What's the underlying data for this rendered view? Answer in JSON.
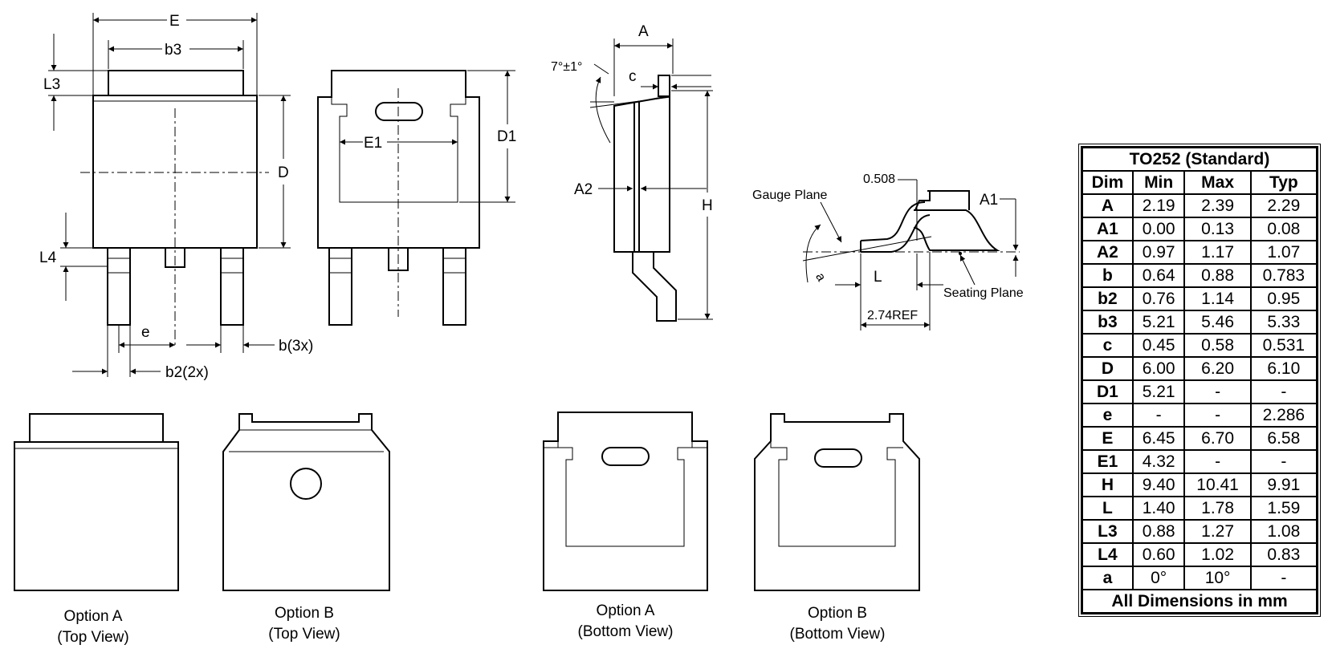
{
  "drawing_labels": {
    "E": "E",
    "b3": "b3",
    "L3": "L3",
    "D": "D",
    "L4": "L4",
    "e": "e",
    "b3x": "b(3x)",
    "b22x": "b2(2x)",
    "E1": "E1",
    "D1": "D1",
    "A": "A",
    "angle": "7°±1°",
    "c": "c",
    "A2": "A2",
    "H": "H",
    "gauge": "0.508",
    "A1": "A1",
    "gauge_plane": "Gauge Plane",
    "a": "a",
    "L": "L",
    "seating_plane": "Seating Plane",
    "ref": "2.74REF"
  },
  "captions": [
    {
      "title": "Option A",
      "sub": "(Top View)"
    },
    {
      "title": "Option B",
      "sub": "(Top View)"
    },
    {
      "title": "Option A",
      "sub": "(Bottom View)"
    },
    {
      "title": "Option B",
      "sub": "(Bottom View)"
    }
  ],
  "table": {
    "title": "TO252 (Standard)",
    "headers": [
      "Dim",
      "Min",
      "Max",
      "Typ"
    ],
    "rows": [
      [
        "A",
        "2.19",
        "2.39",
        "2.29"
      ],
      [
        "A1",
        "0.00",
        "0.13",
        "0.08"
      ],
      [
        "A2",
        "0.97",
        "1.17",
        "1.07"
      ],
      [
        "b",
        "0.64",
        "0.88",
        "0.783"
      ],
      [
        "b2",
        "0.76",
        "1.14",
        "0.95"
      ],
      [
        "b3",
        "5.21",
        "5.46",
        "5.33"
      ],
      [
        "c",
        "0.45",
        "0.58",
        "0.531"
      ],
      [
        "D",
        "6.00",
        "6.20",
        "6.10"
      ],
      [
        "D1",
        "5.21",
        "-",
        "-"
      ],
      [
        "e",
        "-",
        "-",
        "2.286"
      ],
      [
        "E",
        "6.45",
        "6.70",
        "6.58"
      ],
      [
        "E1",
        "4.32",
        "-",
        "-"
      ],
      [
        "H",
        "9.40",
        "10.41",
        "9.91"
      ],
      [
        "L",
        "1.40",
        "1.78",
        "1.59"
      ],
      [
        "L3",
        "0.88",
        "1.27",
        "1.08"
      ],
      [
        "L4",
        "0.60",
        "1.02",
        "0.83"
      ],
      [
        "a",
        "0°",
        "10°",
        "-"
      ]
    ],
    "footer": "All Dimensions in mm"
  }
}
